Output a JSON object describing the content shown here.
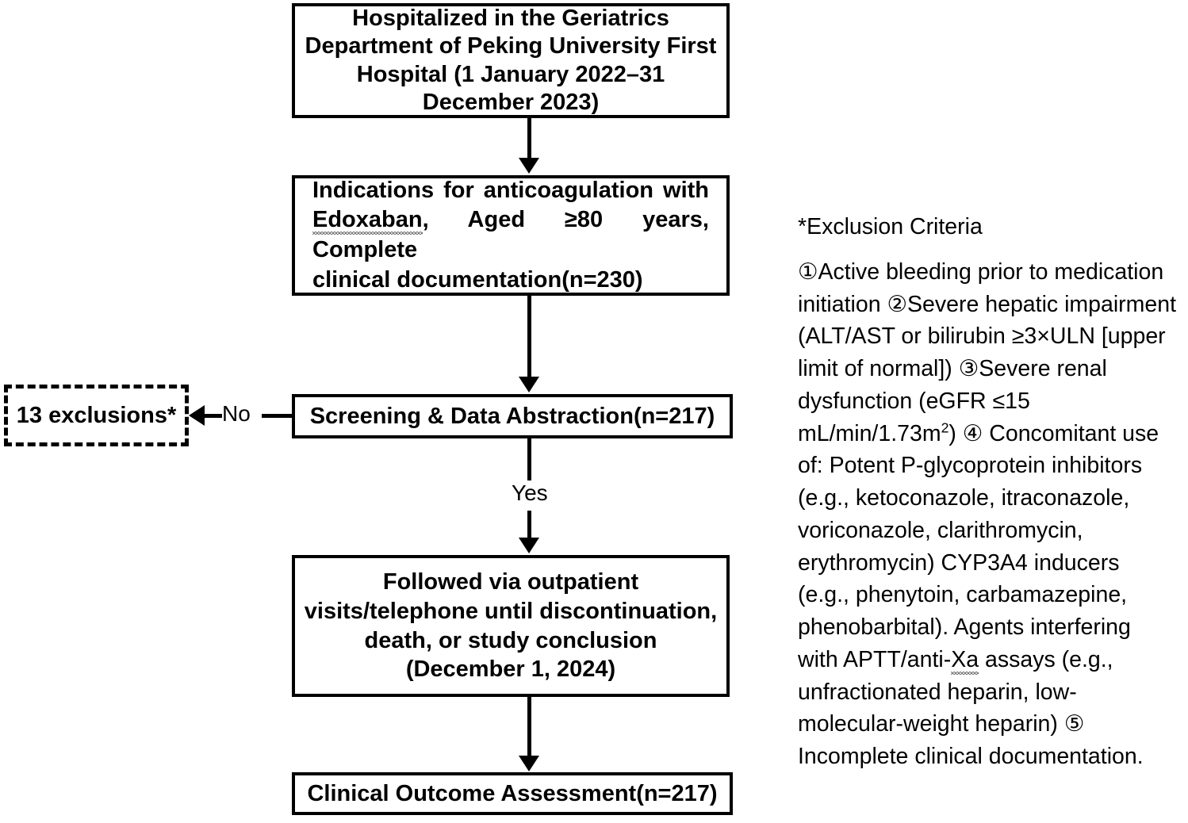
{
  "flowchart": {
    "title": "Study flow diagram",
    "nodes": [
      {
        "id": "hospitalized",
        "text": "Hospitalized in the Geriatrics Department of Peking University First Hospital (1 January 2022–31 December 2023)",
        "shape": "rectangle"
      },
      {
        "id": "indications",
        "line1": "Indications for anticoagulation with",
        "line2_pre": "",
        "line2_spell": "Edoxaban",
        "line2_post": ", Aged ≥80 years, Complete",
        "line3": "clinical documentation(n=230)",
        "shape": "rectangle"
      },
      {
        "id": "screening",
        "text": "Screening & Data Abstraction(n=217)",
        "shape": "rectangle"
      },
      {
        "id": "followup",
        "text": "Followed via outpatient visits/telephone until discontinuation, death, or study conclusion (December 1, 2024)",
        "shape": "rectangle"
      },
      {
        "id": "outcome",
        "text": "Clinical Outcome Assessment(n=217)",
        "shape": "rectangle"
      },
      {
        "id": "exclusions",
        "text": "13 exclusions*",
        "shape": "dashed-rectangle"
      }
    ],
    "edge_labels": {
      "no": "No",
      "yes": "Yes"
    }
  },
  "criteria": {
    "title": "*Exclusion Criteria",
    "body_pre": "①Active bleeding prior to medication initiation ②Severe hepatic impairment (ALT/AST or bilirubin ≥3×ULN [upper limit of normal]) ③Severe renal dysfunction (eGFR ≤15 mL/min/1.73m",
    "body_sup": "2",
    "body_mid": ") ④ Concomitant use of: Potent P-glycoprotein inhibitors (e.g., ketoconazole, itraconazole, voriconazole, clarithromycin, erythromycin) CYP3A4 inducers (e.g., phenytoin, carbamazepine, phenobarbital). Agents interfering with APTT/anti-",
    "body_spell": "Xa",
    "body_post": " assays (e.g., unfractionated heparin, low-molecular-weight heparin) ⑤ Incomplete clinical documentation.",
    "full_text": "①Active bleeding prior to medication initiation ②Severe hepatic impairment (ALT/AST or bilirubin ≥3×ULN [upper limit of normal]) ③Severe renal dysfunction (eGFR ≤15 mL/min/1.73m²) ④ Concomitant use of: Potent P-glycoprotein inhibitors (e.g., ketoconazole, itraconazole, voriconazole, clarithromycin, erythromycin) CYP3A4 inducers (e.g., phenytoin, carbamazepine, phenobarbital). Agents interfering with APTT/anti-Xa assays (e.g., unfractionated heparin, low-molecular-weight heparin) ⑤ Incomplete clinical documentation."
  },
  "colors": {
    "stroke": "#000000",
    "background": "#ffffff",
    "text": "#000000",
    "spellcheck_underline": "#777777"
  }
}
